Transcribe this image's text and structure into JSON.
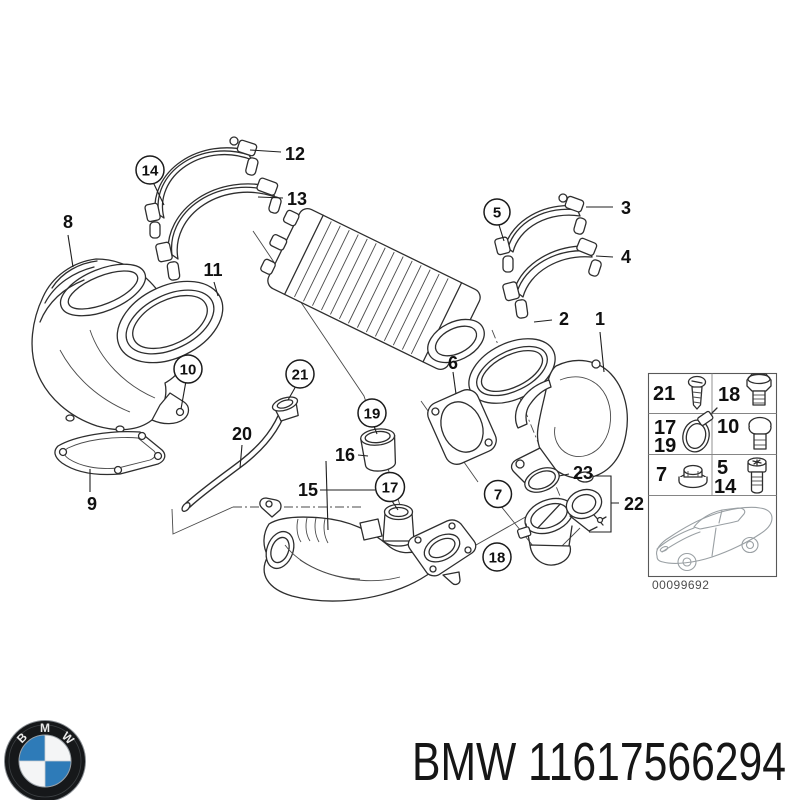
{
  "page": {
    "background": "#ffffff",
    "type": "parts-catalog-diagram"
  },
  "diagram": {
    "description": "BMW exploded parts diagram - intake air system with intercooler, air filter housing, ducts, clamps and throttle body",
    "callouts": {
      "plain": [
        {
          "label": "8"
        },
        {
          "label": "9"
        },
        {
          "label": "11"
        },
        {
          "label": "12"
        },
        {
          "label": "13"
        },
        {
          "label": "3"
        },
        {
          "label": "4"
        },
        {
          "label": "2"
        },
        {
          "label": "1"
        },
        {
          "label": "6"
        },
        {
          "label": "20"
        },
        {
          "label": "16"
        },
        {
          "label": "15"
        },
        {
          "label": "23"
        },
        {
          "label": "22"
        }
      ],
      "circled": [
        {
          "label": "14"
        },
        {
          "label": "5"
        },
        {
          "label": "10"
        },
        {
          "label": "21"
        },
        {
          "label": "19"
        },
        {
          "label": "17"
        },
        {
          "label": "7"
        },
        {
          "label": "18"
        }
      ]
    }
  },
  "legend": {
    "cells": [
      {
        "labels": [
          "21"
        ],
        "icon": "screw-icon"
      },
      {
        "labels": [
          "18"
        ],
        "icon": "flange-bolt-icon"
      },
      {
        "labels": [
          "17",
          "19"
        ],
        "icon": "hose-clamp-icon"
      },
      {
        "labels": [
          "10"
        ],
        "icon": "dome-bolt-icon"
      },
      {
        "labels": [
          "7"
        ],
        "icon": "flange-nut-icon"
      },
      {
        "labels": [
          "5",
          "14"
        ],
        "icon": "socket-screw-icon"
      }
    ],
    "image_code": "00099692"
  },
  "footer": {
    "logo_letters": [
      "B",
      "M",
      "W"
    ],
    "part_number": "BMW 11617566294"
  },
  "colors": {
    "line": "#2e2e2e",
    "bmw_blue": "#2e7bb8",
    "text": "#161616"
  }
}
